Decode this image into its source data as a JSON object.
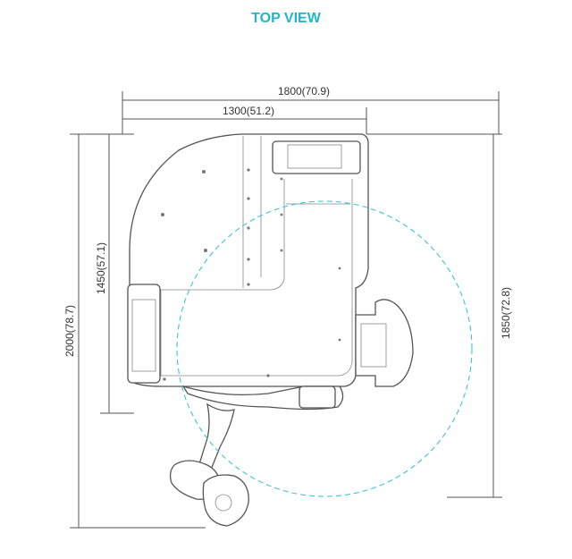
{
  "title": "TOP VIEW",
  "colors": {
    "title": "#1fb6c9",
    "reach_circle": "#3fc4d4",
    "outline": "#555555"
  },
  "dimensions": {
    "overall_width": "1800(70.9)",
    "inner_width": "1300(51.2)",
    "overall_depth": "2000(78.7)",
    "inner_depth": "1450(57.1)",
    "right_depth": "1850(72.8)"
  }
}
